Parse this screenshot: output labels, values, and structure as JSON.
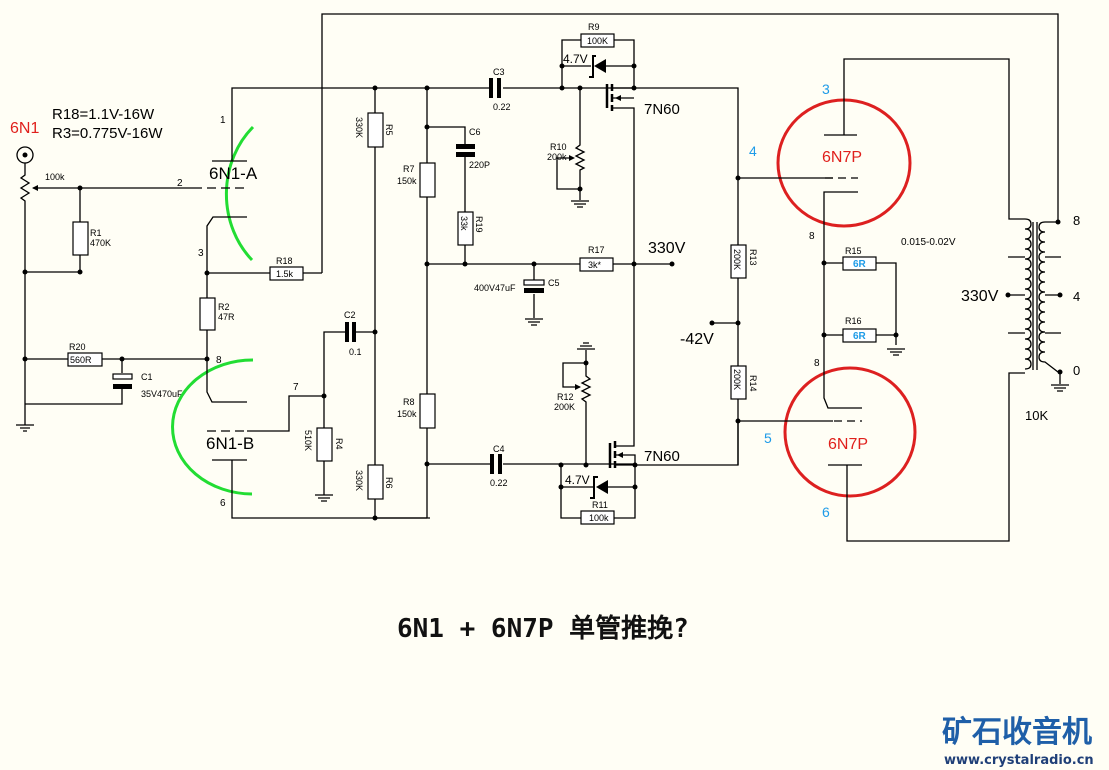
{
  "title": "6N1 + 6N7P 单管推挽?",
  "notes": {
    "input_tube": "6N1",
    "r18_note": "R18=1.1V-16W",
    "r3_note": "R3=0.775V-16W",
    "cathode_voltage": "0.015-0.02V",
    "supply_voltage": "330V",
    "bias_voltage": "-42V",
    "transformer_supply": "330V",
    "transformer_impedance": "10K"
  },
  "tubes": {
    "v1a": {
      "label": "6N1-A",
      "pins": [
        "1",
        "2",
        "3"
      ]
    },
    "v1b": {
      "label": "6N1-B",
      "pins": [
        "8",
        "7",
        "6"
      ]
    },
    "v2": {
      "label": "6N7P",
      "pins": [
        "3",
        "4",
        "8"
      ]
    },
    "v3": {
      "label": "6N7P",
      "pins": [
        "8",
        "5",
        "6"
      ]
    }
  },
  "mosfets": {
    "q1": "7N60",
    "q2": "7N60"
  },
  "zeners": {
    "d1": "4.7V",
    "d2": "4.7V"
  },
  "components": {
    "pot_in": {
      "value": "100k"
    },
    "R1": {
      "ref": "R1",
      "value": "470K"
    },
    "R2": {
      "ref": "R2",
      "value": "47R"
    },
    "R4": {
      "ref": "R4",
      "value": "510K"
    },
    "R5": {
      "ref": "R5",
      "value": "330K"
    },
    "R6": {
      "ref": "R6",
      "value": "330K"
    },
    "R7": {
      "ref": "R7",
      "value": "150k"
    },
    "R8": {
      "ref": "R8",
      "value": "150k"
    },
    "R9": {
      "ref": "R9",
      "value": "100K"
    },
    "R10": {
      "ref": "R10",
      "value": "200k"
    },
    "R11": {
      "ref": "R11",
      "value": "100k"
    },
    "R12": {
      "ref": "R12",
      "value": "200K"
    },
    "R13": {
      "ref": "R13",
      "value": "200K"
    },
    "R14": {
      "ref": "R14",
      "value": "200K"
    },
    "R15": {
      "ref": "R15",
      "value": "6R"
    },
    "R16": {
      "ref": "R16",
      "value": "6R"
    },
    "R17": {
      "ref": "R17",
      "value": "3k*"
    },
    "R18": {
      "ref": "R18",
      "value": "1.5k"
    },
    "R19": {
      "ref": "R19",
      "value": "33k"
    },
    "R20": {
      "ref": "R20",
      "value": "560R"
    },
    "C1": {
      "ref": "C1",
      "value": "35V470uF"
    },
    "C2": {
      "ref": "C2",
      "value": "0.1"
    },
    "C3": {
      "ref": "C3",
      "value": "0.22"
    },
    "C4": {
      "ref": "C4",
      "value": "0.22"
    },
    "C5": {
      "ref": "C5",
      "value": "400V47uF"
    },
    "C6": {
      "ref": "C6",
      "value": "220P"
    }
  },
  "transformer": {
    "taps": [
      "8",
      "4",
      "0"
    ]
  },
  "logo": {
    "name": "矿石收音机",
    "url": "www.crystalradio.cn"
  }
}
